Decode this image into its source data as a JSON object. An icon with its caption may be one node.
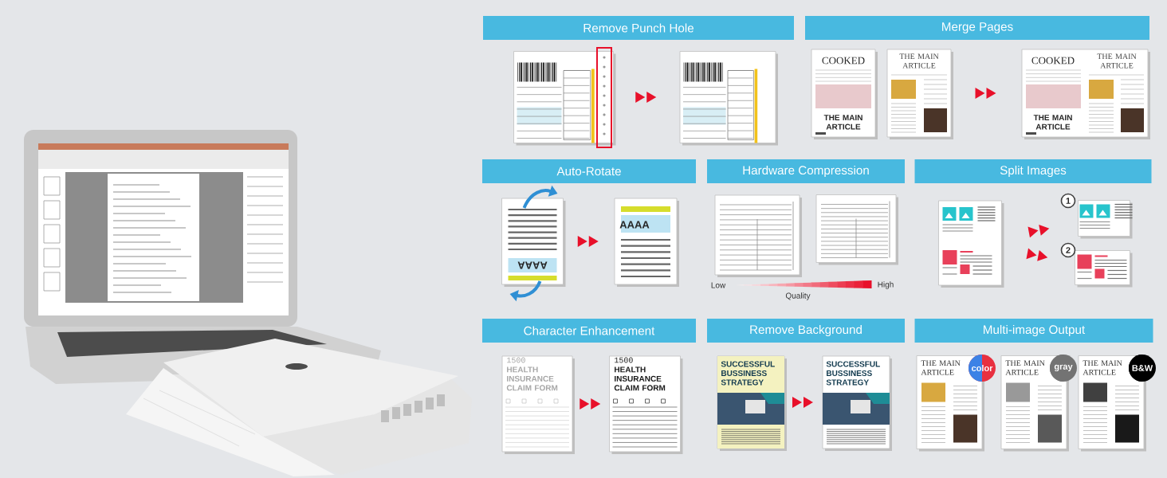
{
  "diagram": {
    "nodes": [
      {
        "text": [
          "Remove Punch Hole"
        ]
      },
      {
        "text": [],
        "shape": "picture"
      },
      {
        "text": [],
        "shape": "picture"
      },
      {
        "text": [
          "Merge Pages"
        ]
      },
      {
        "text": [],
        "shape": "picture"
      },
      {
        "text": [],
        "shape": "picture"
      },
      {
        "text": [],
        "shape": "picture"
      },
      {
        "text": [
          "Auto-Rotate"
        ]
      },
      {
        "text": [],
        "shape": "picture"
      },
      {
        "text": [],
        "shape": "picture"
      },
      {
        "text": [
          "Hardware Compression"
        ]
      },
      {
        "text": [],
        "shape": "picture"
      },
      {
        "text": [],
        "shape": "picture"
      },
      {
        "text": [
          "Split Images"
        ]
      },
      {
        "text": [],
        "shape": "picture"
      },
      {
        "text": [],
        "shape": "picture"
      },
      {
        "text": [],
        "shape": "picture"
      },
      {
        "text": [
          "Character Enhancement"
        ]
      },
      {
        "text": [],
        "shape": "picture"
      },
      {
        "text": [],
        "shape": "picture"
      },
      {
        "text": [
          "Remove Background"
        ]
      },
      {
        "text": [],
        "shape": "picture"
      },
      {
        "text": [],
        "shape": "picture"
      },
      {
        "text": [
          "Multi-image Output"
        ]
      },
      {
        "text": [],
        "shape": "picture"
      },
      {
        "text": [],
        "shape": "picture"
      },
      {
        "text": [],
        "shape": "picture"
      },
      {
        "text": [
          "color"
        ]
      },
      {
        "text": [
          "gray"
        ]
      },
      {
        "text": [
          "B&W"
        ]
      }
    ],
    "edges": [
      {
        "from": 1,
        "to": 2,
        "arrow": "to"
      },
      {
        "from": 5,
        "to": 6,
        "arrow": "to"
      },
      {
        "from": 8,
        "to": 9,
        "arrow": "to"
      },
      {
        "from": 14,
        "to": 15,
        "arrow": "to"
      },
      {
        "from": 14,
        "to": 16,
        "arrow": "to"
      },
      {
        "from": 18,
        "to": 19,
        "arrow": "to"
      },
      {
        "from": 21,
        "to": 22,
        "arrow": "to"
      }
    ],
    "labels": [
      "COOKED",
      "THE MAIN ARTICLE",
      "THE MAIN ARTICLE",
      "COOKED",
      "THE MAIN ARTICLE",
      "THE MAIN ARTICLE",
      "AAAA",
      "AAAA",
      "Low",
      "High",
      "Quality",
      "1",
      "2",
      "1500",
      "HEALTH INSURANCE CLAIM FORM",
      "1500",
      "HEALTH INSURANCE CLAIM FORM",
      "SUCCESSFUL BUSSINESS STRATEGY",
      "SUCCESSFUL BUSSINESS STRATEGY",
      "THE MAIN ARTICLE",
      "THE MAIN ARTICLE",
      "THE MAIN ARTICLE"
    ]
  }
}
